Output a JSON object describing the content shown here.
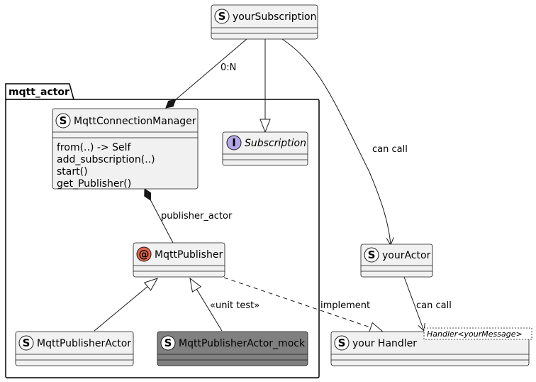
{
  "package": {
    "name": "mqtt_actor"
  },
  "classes": {
    "your_subscription": {
      "badge": "S",
      "name": "yourSubscription"
    },
    "mqtt_connection_manager": {
      "badge": "S",
      "name": "MqttConnectionManager",
      "methods": [
        "from(..) -> Self",
        "add_subscription(..)",
        "start()",
        "get_Publisher()"
      ]
    },
    "subscription": {
      "badge": "I",
      "name": "Subscription"
    },
    "mqtt_publisher": {
      "badge": "@",
      "name": "MqttPublisher"
    },
    "mqtt_publisher_actor": {
      "badge": "S",
      "name": "MqttPublisherActor"
    },
    "mqtt_publisher_actor_mock": {
      "badge": "S",
      "name": "MqttPublisherActor_mock"
    },
    "your_actor": {
      "badge": "S",
      "name": "yourActor"
    },
    "your_handler": {
      "badge": "S",
      "name": "your Handler",
      "generic": "Handler<yourMessage>"
    }
  },
  "edges": {
    "multiplicity": "0:N",
    "can_call_1": "can call",
    "publisher_actor": "publisher_actor",
    "unit_test": "«unit test»",
    "implement": "implement",
    "can_call_2": "can call"
  },
  "colors": {
    "box_fill": "#f1f1f1",
    "box_stroke": "#181818",
    "badge_struct": "#ffffff",
    "badge_interface": "#b4a7e5",
    "badge_annotation": "#e3664a",
    "mock_fill": "#808080"
  }
}
